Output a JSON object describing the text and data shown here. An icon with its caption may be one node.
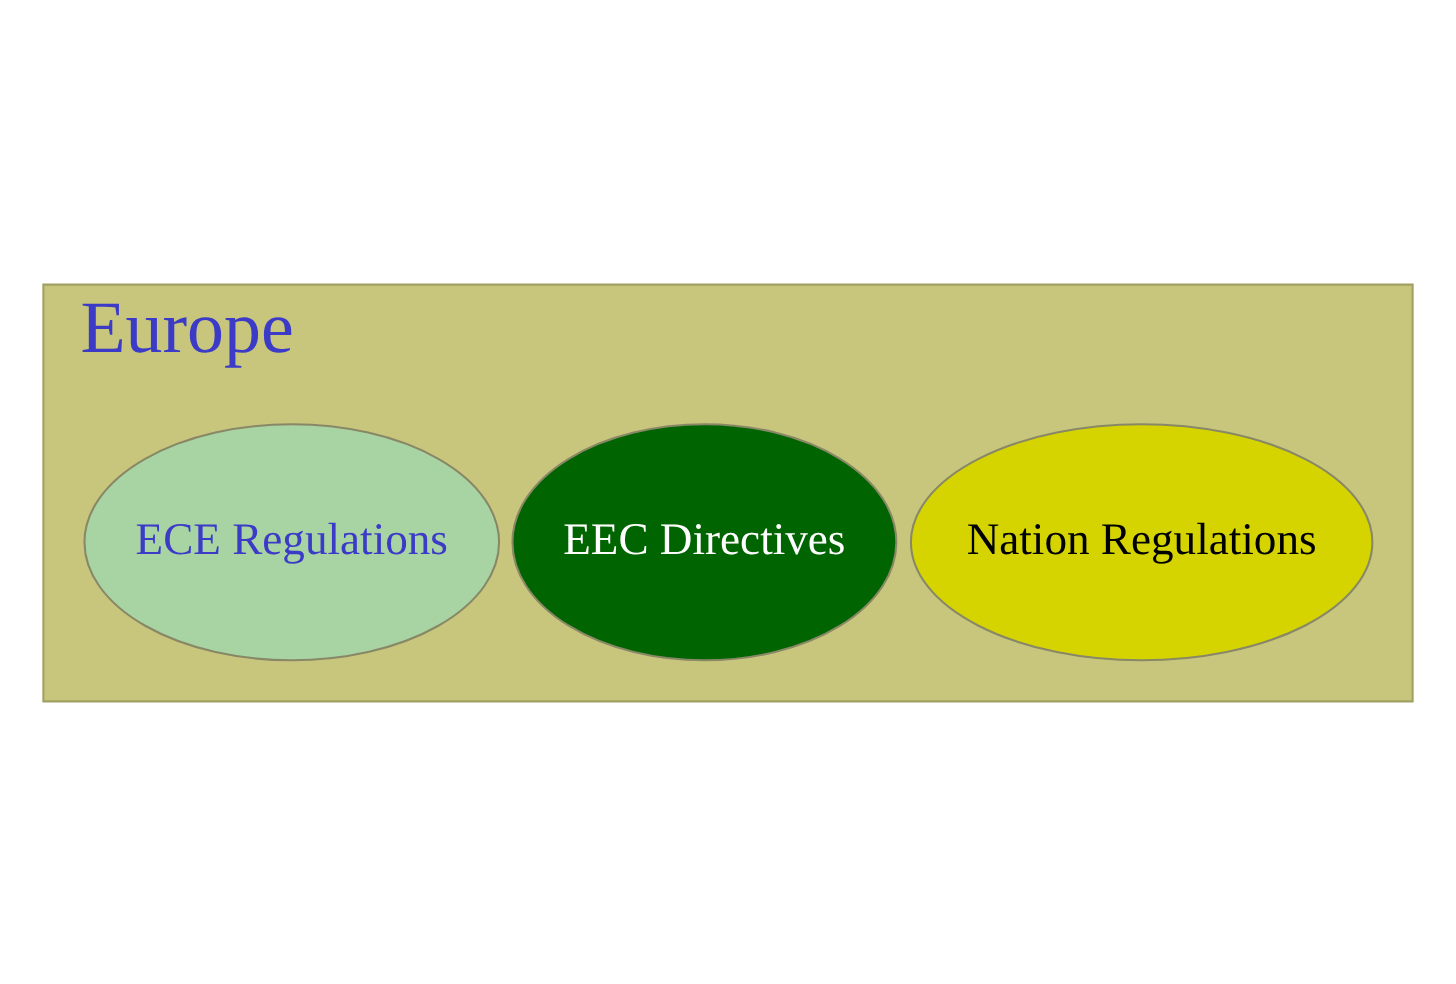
{
  "diagram": {
    "nodes": [
      {
        "text": [
          "Europe"
        ]
      },
      {
        "text": [
          "Nation Regulations"
        ],
        "in": 0
      },
      {
        "text": [
          "EEC Directives"
        ],
        "in": 0
      },
      {
        "text": [
          "ECE Regulations"
        ],
        "in": 0
      }
    ]
  }
}
